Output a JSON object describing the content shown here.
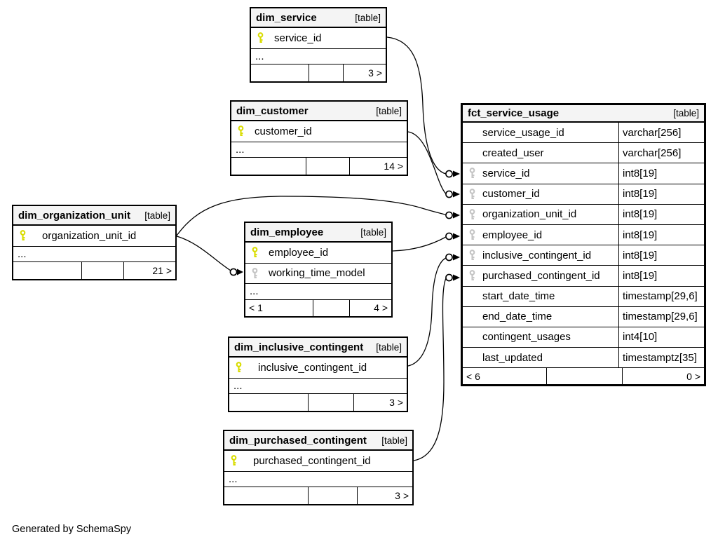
{
  "footer_note": "Generated by SchemaSpy",
  "colors": {
    "primary_key": "#d9dc00",
    "foreign_key": "#c4c4c4",
    "header_bg": "#f4f4f4",
    "line": "#000000"
  },
  "tables": [
    {
      "name": "dim_service",
      "kind": "[table]",
      "columns": [
        {
          "name": "service_id",
          "key": "primary"
        }
      ],
      "ellipsis": "...",
      "footer": {
        "parents": "",
        "mid": "",
        "children": "3 >"
      }
    },
    {
      "name": "dim_customer",
      "kind": "[table]",
      "columns": [
        {
          "name": "customer_id",
          "key": "primary"
        }
      ],
      "ellipsis": "...",
      "footer": {
        "parents": "",
        "mid": "",
        "children": "14 >"
      }
    },
    {
      "name": "dim_organization_unit",
      "kind": "[table]",
      "columns": [
        {
          "name": "organization_unit_id",
          "key": "primary"
        }
      ],
      "ellipsis": "...",
      "footer": {
        "parents": "",
        "mid": "",
        "children": "21 >"
      }
    },
    {
      "name": "dim_employee",
      "kind": "[table]",
      "columns": [
        {
          "name": "employee_id",
          "key": "primary"
        },
        {
          "name": "working_time_model",
          "key": "foreign"
        }
      ],
      "ellipsis": "...",
      "footer": {
        "parents": "< 1",
        "mid": "",
        "children": "4 >"
      }
    },
    {
      "name": "dim_inclusive_contingent",
      "kind": "[table]",
      "columns": [
        {
          "name": "inclusive_contingent_id",
          "key": "primary"
        }
      ],
      "ellipsis": "...",
      "footer": {
        "parents": "",
        "mid": "",
        "children": "3 >"
      }
    },
    {
      "name": "dim_purchased_contingent",
      "kind": "[table]",
      "columns": [
        {
          "name": "purchased_contingent_id",
          "key": "primary"
        }
      ],
      "ellipsis": "...",
      "footer": {
        "parents": "",
        "mid": "",
        "children": "3 >"
      }
    },
    {
      "name": "fct_service_usage",
      "kind": "[table]",
      "columns": [
        {
          "name": "service_usage_id",
          "type": "varchar[256]",
          "key": null
        },
        {
          "name": "created_user",
          "type": "varchar[256]",
          "key": null
        },
        {
          "name": "service_id",
          "type": "int8[19]",
          "key": "foreign"
        },
        {
          "name": "customer_id",
          "type": "int8[19]",
          "key": "foreign"
        },
        {
          "name": "organization_unit_id",
          "type": "int8[19]",
          "key": "foreign"
        },
        {
          "name": "employee_id",
          "type": "int8[19]",
          "key": "foreign"
        },
        {
          "name": "inclusive_contingent_id",
          "type": "int8[19]",
          "key": "foreign"
        },
        {
          "name": "purchased_contingent_id",
          "type": "int8[19]",
          "key": "foreign"
        },
        {
          "name": "start_date_time",
          "type": "timestamp[29,6]",
          "key": null
        },
        {
          "name": "end_date_time",
          "type": "timestamp[29,6]",
          "key": null
        },
        {
          "name": "contingent_usages",
          "type": "int4[10]",
          "key": null
        },
        {
          "name": "last_updated",
          "type": "timestamptz[35]",
          "key": null
        }
      ],
      "footer": {
        "parents": "< 6",
        "mid": "",
        "children": "0 >"
      }
    }
  ]
}
